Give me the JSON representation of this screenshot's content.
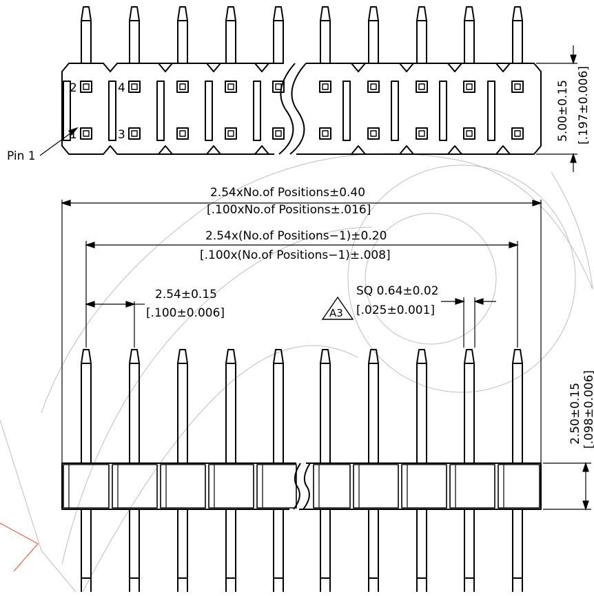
{
  "top_view": {
    "pin_numbers": [
      "2",
      "4",
      "1",
      "3"
    ],
    "pin1_label": "Pin 1",
    "height_dim_mm": "5.00±0.15",
    "height_dim_in": "[.197±0.006]"
  },
  "front_view": {
    "overall_length_mm": "2.54xNo.of Positions±0.40",
    "overall_length_in": "[.100xNo.of Positions±.016]",
    "span_mm": "2.54x(No.of Positions−1)±0.20",
    "span_in": "[.100x(No.of Positions−1)±.008]",
    "pitch_mm": "2.54±0.15",
    "pitch_in": "[.100±0.006]",
    "pin_size_mm": "SQ 0.64±0.02",
    "pin_size_in": "[.025±0.001]",
    "note_flag": "A3",
    "insulator_height_mm": "2.50±0.15",
    "insulator_height_in": "[.098±0.006]"
  },
  "colors": {
    "line": "#000000",
    "watermark": "#bdbdbd",
    "watermark_accent": "#e8502a"
  }
}
